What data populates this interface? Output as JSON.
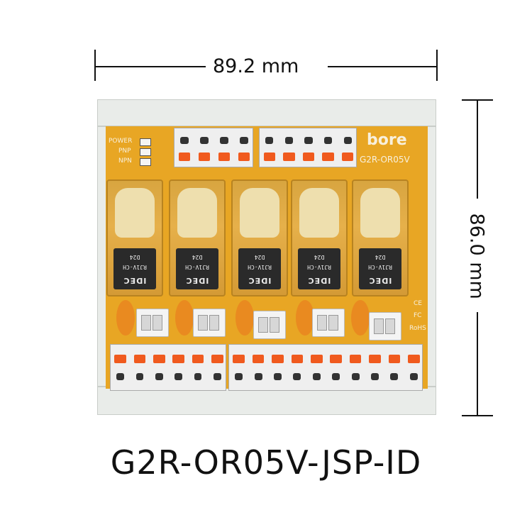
{
  "dimensions": {
    "width_label": "89.2 mm",
    "height_label": "86.0 mm"
  },
  "board": {
    "brand": "bore",
    "model_silk": "G2R-OR05V",
    "indicators": [
      "POWER",
      "PNP",
      "NPN"
    ],
    "relay_count": 5,
    "relay_labels": {
      "maker": "IDEC",
      "code": "RJ1V-CH",
      "voltage": "D24"
    },
    "cert_marks": [
      "CE",
      "FC",
      "RoHS"
    ]
  },
  "product_title": "G2R-OR05V-JSP-ID"
}
